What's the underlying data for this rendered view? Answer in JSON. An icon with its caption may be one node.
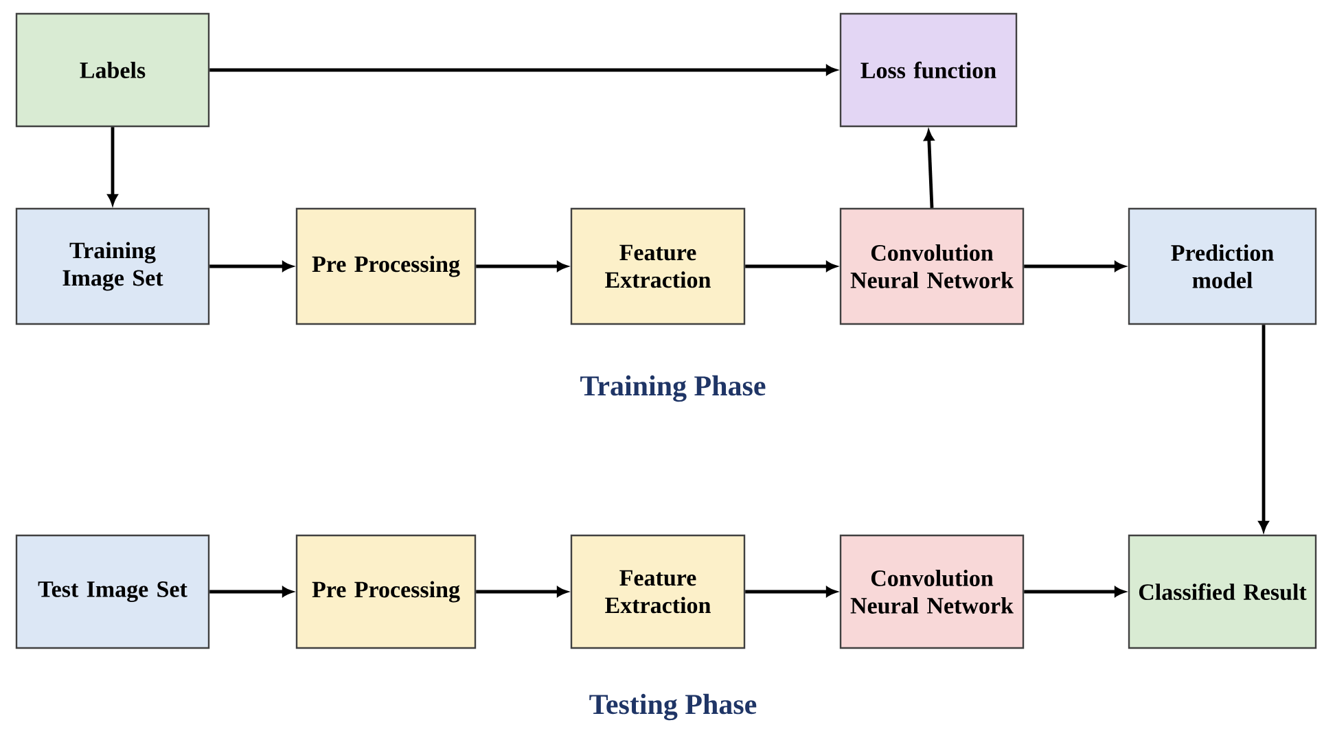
{
  "diagram": {
    "nodes": [
      {
        "text": [
          "Labels"
        ]
      },
      {
        "text": [
          "Loss function"
        ]
      },
      {
        "text": [
          "Training Image Set"
        ]
      },
      {
        "text": [
          "Pre Processing"
        ]
      },
      {
        "text": [
          "Feature Extraction"
        ]
      },
      {
        "text": [
          "Convolution Neural Network"
        ]
      },
      {
        "text": [
          "Prediction model"
        ]
      },
      {
        "text": [
          "Test Image Set"
        ]
      },
      {
        "text": [
          "Pre Processing"
        ]
      },
      {
        "text": [
          "Feature Extraction"
        ]
      },
      {
        "text": [
          "Convolution Neural Network"
        ]
      },
      {
        "text": [
          "Classified Result"
        ]
      }
    ],
    "edges": [
      {
        "from": 0,
        "to": 1,
        "arrow": "to"
      },
      {
        "from": 0,
        "to": 2,
        "arrow": "to"
      },
      {
        "from": 2,
        "to": 3,
        "arrow": "to"
      },
      {
        "from": 3,
        "to": 4,
        "arrow": "to"
      },
      {
        "from": 4,
        "to": 5,
        "arrow": "to"
      },
      {
        "from": 5,
        "to": 1,
        "arrow": "to"
      },
      {
        "from": 5,
        "to": 6,
        "arrow": "to"
      },
      {
        "from": 6,
        "to": 11,
        "arrow": "to"
      },
      {
        "from": 7,
        "to": 8,
        "arrow": "to"
      },
      {
        "from": 8,
        "to": 9,
        "arrow": "to"
      },
      {
        "from": 9,
        "to": 10,
        "arrow": "to"
      },
      {
        "from": 10,
        "to": 11,
        "arrow": "to"
      }
    ],
    "labels": [
      "Training Phase",
      "Testing Phase"
    ]
  }
}
